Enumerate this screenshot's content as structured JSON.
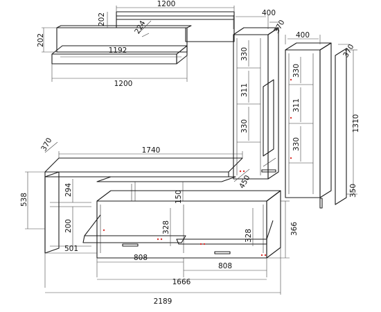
{
  "dimensions": {
    "shelf_back_height": "202",
    "shelf_back_width": "1200",
    "shelf_top_height": "202",
    "shelf_depth": "224",
    "shelf_inner_width": "1192",
    "shelf_bottom_width": "1200",
    "cab1_width": "400",
    "cab1_depth": "370",
    "cab1_shelf1": "330",
    "cab1_shelf2": "311",
    "cab1_shelf3": "330",
    "cab2_width": "400",
    "cab2_depth": "370",
    "cab2_shelf1": "330",
    "cab2_shelf2": "311",
    "cab2_shelf3": "330",
    "cab2_height": "1310",
    "cab2_base": "350",
    "tv_depth": "370",
    "tv_top_width": "1740",
    "tv_top_depth": "450",
    "tv_height": "538",
    "tv_upper_gap": "294",
    "tv_lower_gap": "200",
    "tv_drawer_height": "328",
    "tv_drawer_height_right": "328",
    "tv_upper_center": "150",
    "tv_side_height": "366",
    "tv_left_width": "501",
    "drawer1_width": "808",
    "drawer2_width": "808",
    "drawer_span": "1666",
    "total_width": "2189"
  }
}
